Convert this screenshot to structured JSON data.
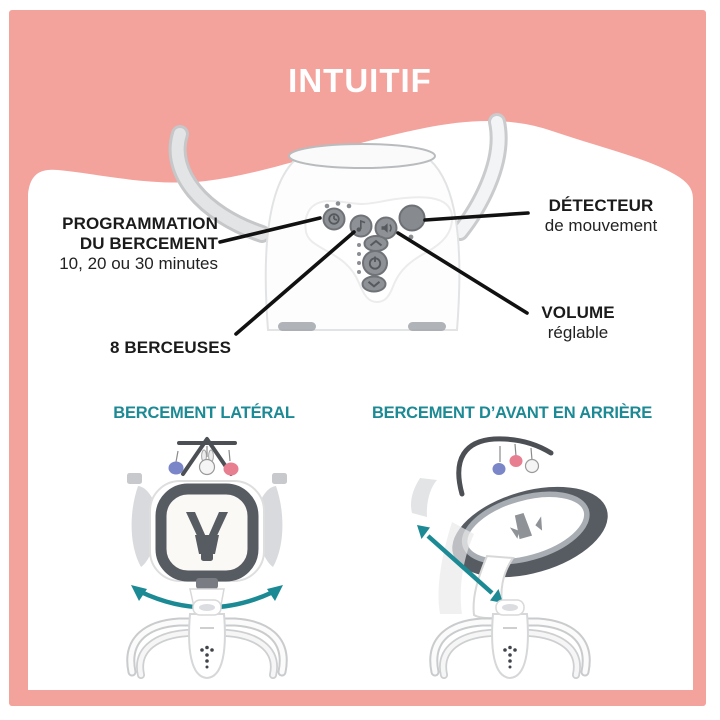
{
  "header": {
    "title": "INTUITIF"
  },
  "callouts": {
    "programming": {
      "title1": "PROGRAMMATION",
      "title2": "DU BERCEMENT",
      "subtitle": "10, 20 ou 30 minutes"
    },
    "detector": {
      "title": "DÉTECTEUR",
      "subtitle": "de mouvement"
    },
    "lullabies": {
      "title": "8 BERCEUSES"
    },
    "volume": {
      "title": "VOLUME",
      "subtitle": "réglable"
    }
  },
  "sections": {
    "lateral": {
      "label": "BERCEMENT LATÉRAL"
    },
    "front_back": {
      "label": "BERCEMENT D’AVANT EN ARRIÈRE"
    }
  },
  "control_panel": {
    "buttons": [
      "timer",
      "music-note",
      "speaker",
      "motion-sensor",
      "swing-up",
      "power",
      "swing-down"
    ]
  },
  "colors": {
    "pink": "#F4A29C",
    "teal": "#1C8A94",
    "ink": "#1b1b1b",
    "line": "#111111"
  }
}
